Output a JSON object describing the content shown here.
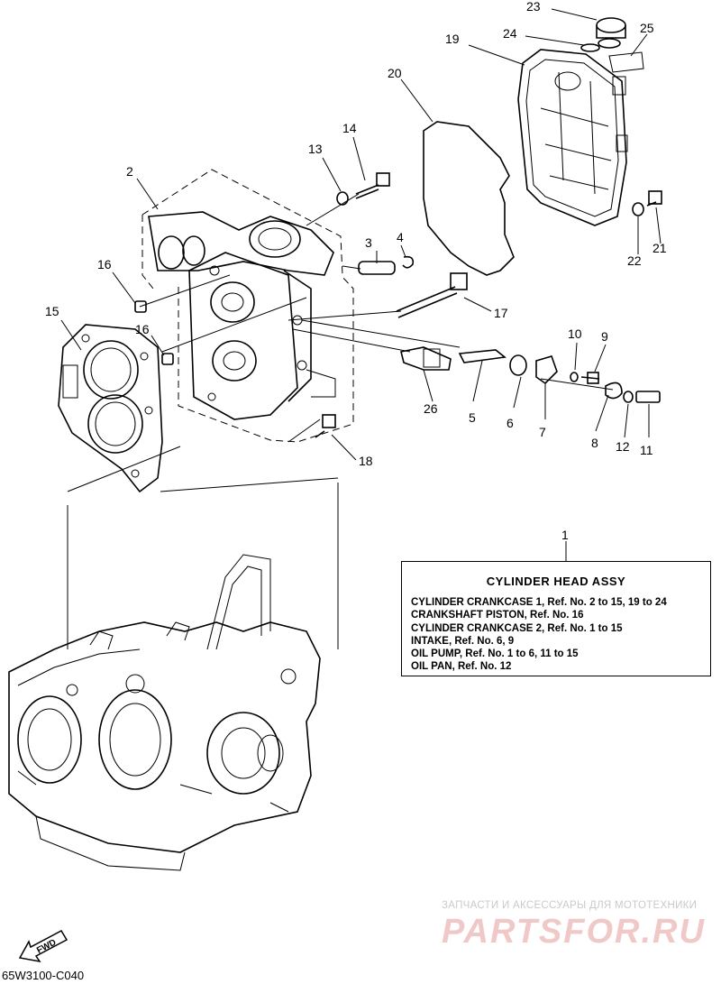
{
  "diagram": {
    "callouts": [
      {
        "id": "c1",
        "text": "1"
      },
      {
        "id": "c2",
        "text": "2"
      },
      {
        "id": "c3",
        "text": "3"
      },
      {
        "id": "c4",
        "text": "4"
      },
      {
        "id": "c5",
        "text": "5"
      },
      {
        "id": "c6",
        "text": "6"
      },
      {
        "id": "c7",
        "text": "7"
      },
      {
        "id": "c8",
        "text": "8"
      },
      {
        "id": "c9",
        "text": "9"
      },
      {
        "id": "c10",
        "text": "10"
      },
      {
        "id": "c11",
        "text": "11"
      },
      {
        "id": "c12",
        "text": "12"
      },
      {
        "id": "c13",
        "text": "13"
      },
      {
        "id": "c14",
        "text": "14"
      },
      {
        "id": "c15",
        "text": "15"
      },
      {
        "id": "c16a",
        "text": "16"
      },
      {
        "id": "c16b",
        "text": "16"
      },
      {
        "id": "c17",
        "text": "17"
      },
      {
        "id": "c18",
        "text": "18"
      },
      {
        "id": "c19",
        "text": "19"
      },
      {
        "id": "c20",
        "text": "20"
      },
      {
        "id": "c21",
        "text": "21"
      },
      {
        "id": "c22",
        "text": "22"
      },
      {
        "id": "c23",
        "text": "23"
      },
      {
        "id": "c24",
        "text": "24"
      },
      {
        "id": "c25",
        "text": "25"
      },
      {
        "id": "c26",
        "text": "26"
      }
    ],
    "fwd_label": "FWD",
    "drawing_code": "65W3100-C040"
  },
  "info_box": {
    "title": "CYLINDER HEAD ASSY",
    "lines": [
      "CYLINDER CRANKCASE 1,  Ref. No. 2 to 15, 19 to 24",
      "CRANKSHAFT PISTON,  Ref. No. 16",
      "CYLINDER CRANKCASE 2,  Ref. No. 1 to 15",
      "INTAKE,  Ref. No. 6, 9",
      "OIL PUMP,  Ref. No. 1 to 6, 11 to 15",
      "OIL PAN,  Ref. No. 12"
    ]
  },
  "watermark": {
    "tagline": "ЗАПЧАСТИ И АКСЕССУАРЫ ДЛЯ МОТОТЕХНИКИ",
    "brand": "PARTSFOR.RU"
  }
}
